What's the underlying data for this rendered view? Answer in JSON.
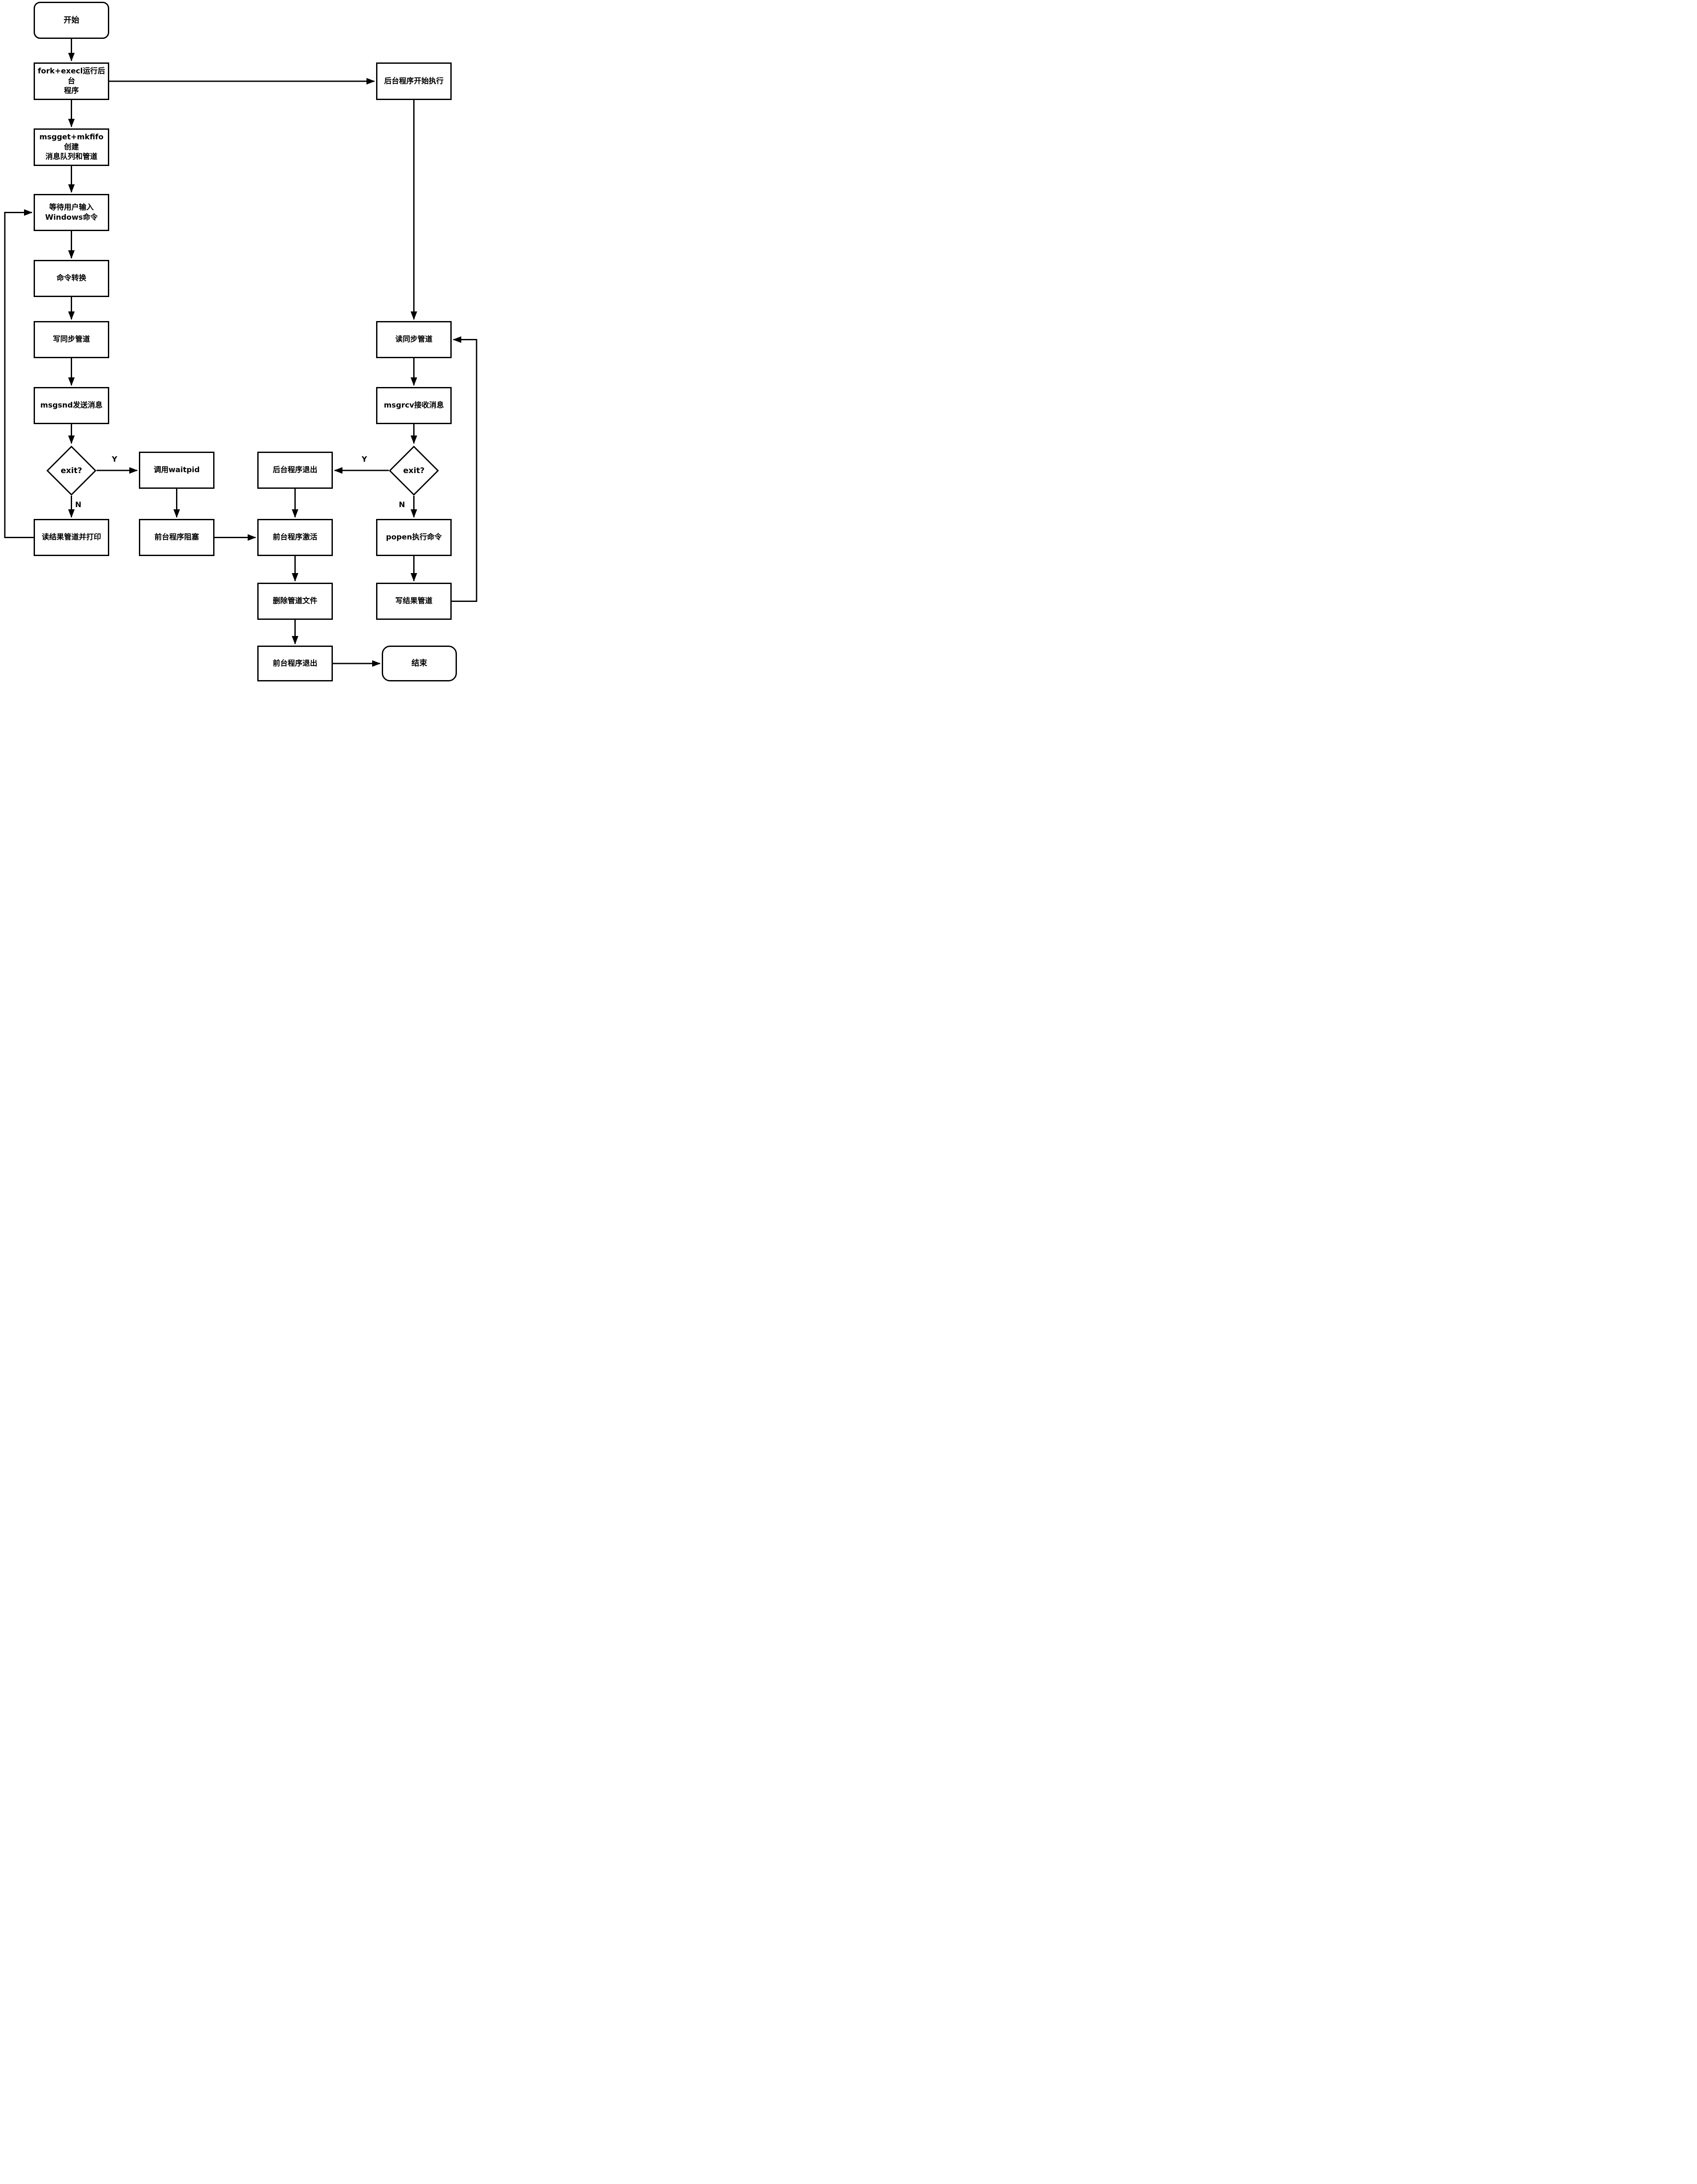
{
  "colors": {
    "stroke": "#000000",
    "background": "#ffffff",
    "text": "#000000"
  },
  "nodes": {
    "start": {
      "label": "开始",
      "type": "terminator"
    },
    "fork_execl": {
      "label": "fork+execl运行后台\n程序",
      "type": "process"
    },
    "msgget_mkfifo": {
      "label": "msgget+mkfifo创建\n消息队列和管道",
      "type": "process"
    },
    "wait_input": {
      "label": "等待用户输入\nWindows命令",
      "type": "process"
    },
    "cmd_convert": {
      "label": "命令转换",
      "type": "process"
    },
    "write_sync": {
      "label": "写同步管道",
      "type": "process"
    },
    "msgsnd": {
      "label": "msgsnd发送消息",
      "type": "process"
    },
    "exit_fg": {
      "label": "exit?",
      "type": "decision"
    },
    "read_result": {
      "label": "读结果管道并打印",
      "type": "process"
    },
    "call_waitpid": {
      "label": "调用waitpid",
      "type": "process"
    },
    "fg_block": {
      "label": "前台程序阻塞",
      "type": "process"
    },
    "bg_exit": {
      "label": "后台程序退出",
      "type": "process"
    },
    "fg_activate": {
      "label": "前台程序激活",
      "type": "process"
    },
    "delete_pipe": {
      "label": "删除管道文件",
      "type": "process"
    },
    "fg_exit": {
      "label": "前台程序退出",
      "type": "process"
    },
    "bg_start": {
      "label": "后台程序开始执行",
      "type": "process"
    },
    "read_sync": {
      "label": "读同步管道",
      "type": "process"
    },
    "msgrcv": {
      "label": "msgrcv接收消息",
      "type": "process"
    },
    "exit_bg": {
      "label": "exit?",
      "type": "decision"
    },
    "popen_exec": {
      "label": "popen执行命令",
      "type": "process"
    },
    "write_result": {
      "label": "写结果管道",
      "type": "process"
    },
    "end": {
      "label": "结束",
      "type": "terminator"
    }
  },
  "edge_labels": {
    "fg_yes": "Y",
    "fg_no": "N",
    "bg_yes": "Y",
    "bg_no": "N"
  }
}
